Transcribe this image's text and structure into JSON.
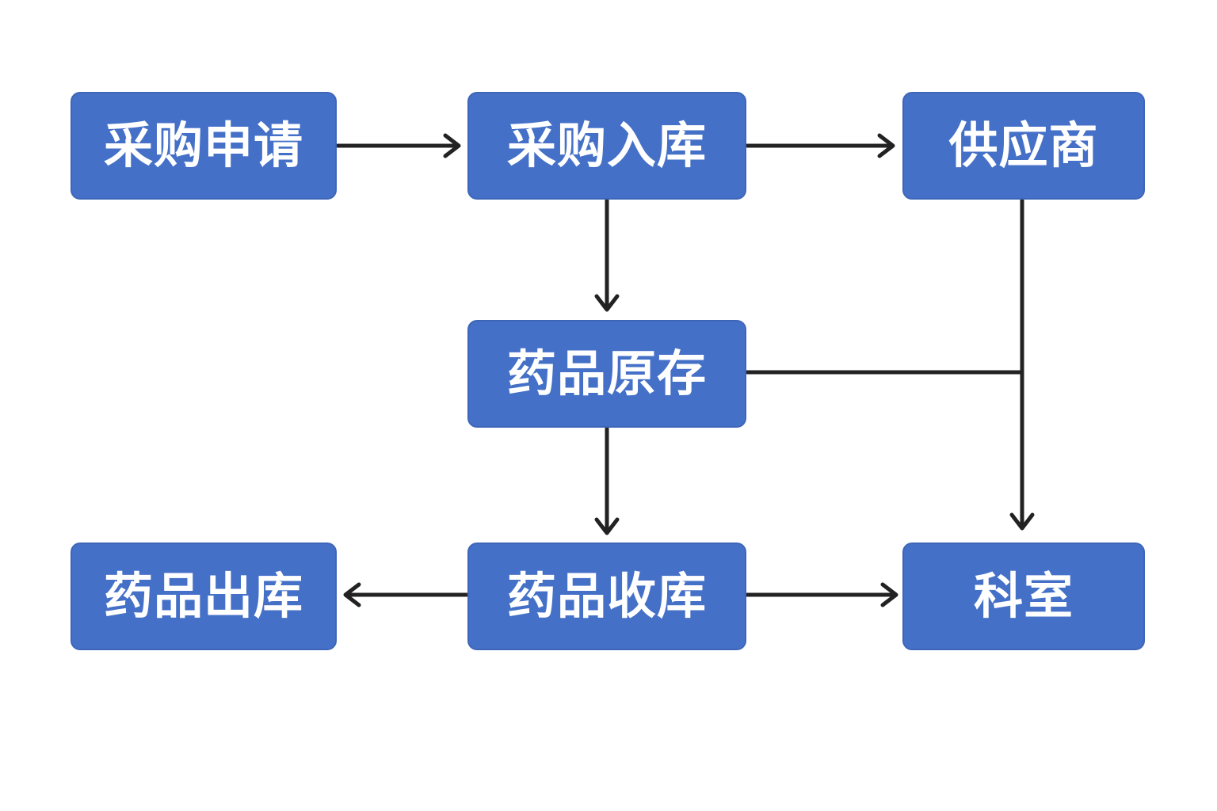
{
  "nodes": {
    "purchase_request": "采购申请",
    "purchase_inbound": "采购入库",
    "supplier": "供应商",
    "drug_stock": "药品原存",
    "drug_outbound": "药品出库",
    "drug_receiving": "药品收库",
    "department": "科室"
  },
  "edges": [
    {
      "from": "采购申请",
      "to": "采购入库"
    },
    {
      "from": "采购入库",
      "to": "供应商"
    },
    {
      "from": "采购入库",
      "to": "药品原存"
    },
    {
      "from": "药品原存",
      "to": "药品收库"
    },
    {
      "from": "药品原存",
      "to": "科室",
      "via": "供应商 line"
    },
    {
      "from": "供应商",
      "to": "科室"
    },
    {
      "from": "药品收库",
      "to": "药品出库"
    },
    {
      "from": "药品收库",
      "to": "科室"
    }
  ],
  "colors": {
    "node_fill": "#4570c8",
    "node_text": "#ffffff",
    "connector": "#222222",
    "background": "#ffffff"
  }
}
